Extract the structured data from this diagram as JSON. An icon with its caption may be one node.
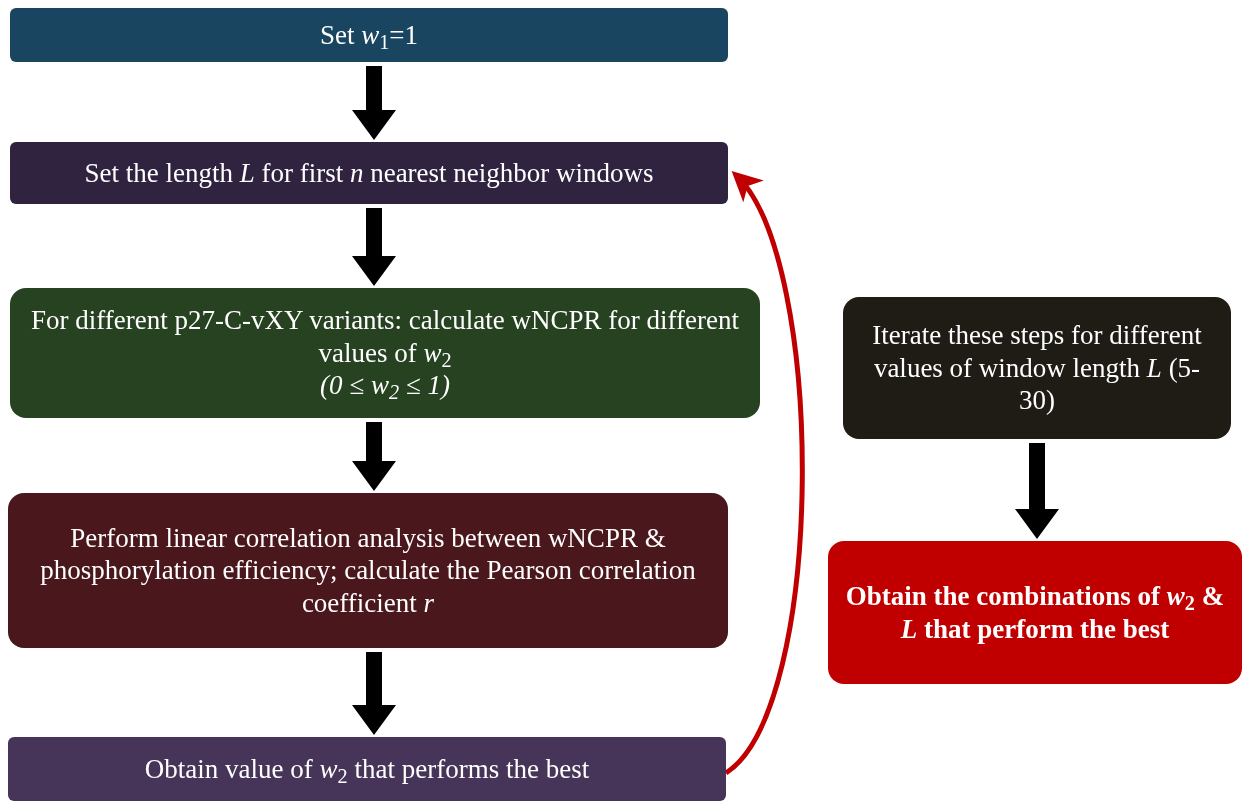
{
  "diagram": {
    "nodes": [
      {
        "text": [
          "Set *w*$_{1}$=1"
        ]
      },
      {
        "text": [
          "Set the length *L* for first *n* nearest neighbor windows"
        ]
      },
      {
        "text": [
          "For different p27-C-vXY variants: calculate wNCPR for different values of *w*$_{2}$",
          "(0 ≤ w$_{2}$ ≤ 1)"
        ]
      },
      {
        "text": [
          "Perform linear correlation analysis between wNCPR & phosphorylation efficiency; calculate the Pearson correlation coefficient *r*"
        ]
      },
      {
        "text": [
          "Obtain value of *w*$_{2}$ that performs the best"
        ]
      },
      {
        "text": [
          "Iterate these steps for different values of window length *L* (5-30)"
        ]
      },
      {
        "text": [
          "Obtain the combinations of *w*$_{2}$ & *L* that perform the best"
        ]
      }
    ],
    "edges": [
      {
        "from": 0,
        "to": 1,
        "arrow": "to"
      },
      {
        "from": 1,
        "to": 2,
        "arrow": "to"
      },
      {
        "from": 2,
        "to": 3,
        "arrow": "to"
      },
      {
        "from": 3,
        "to": 4,
        "arrow": "to"
      },
      {
        "from": 4,
        "to": 1,
        "arrow": "to",
        "color": "#c00000"
      },
      {
        "from": 5,
        "to": 6,
        "arrow": "to"
      }
    ]
  }
}
